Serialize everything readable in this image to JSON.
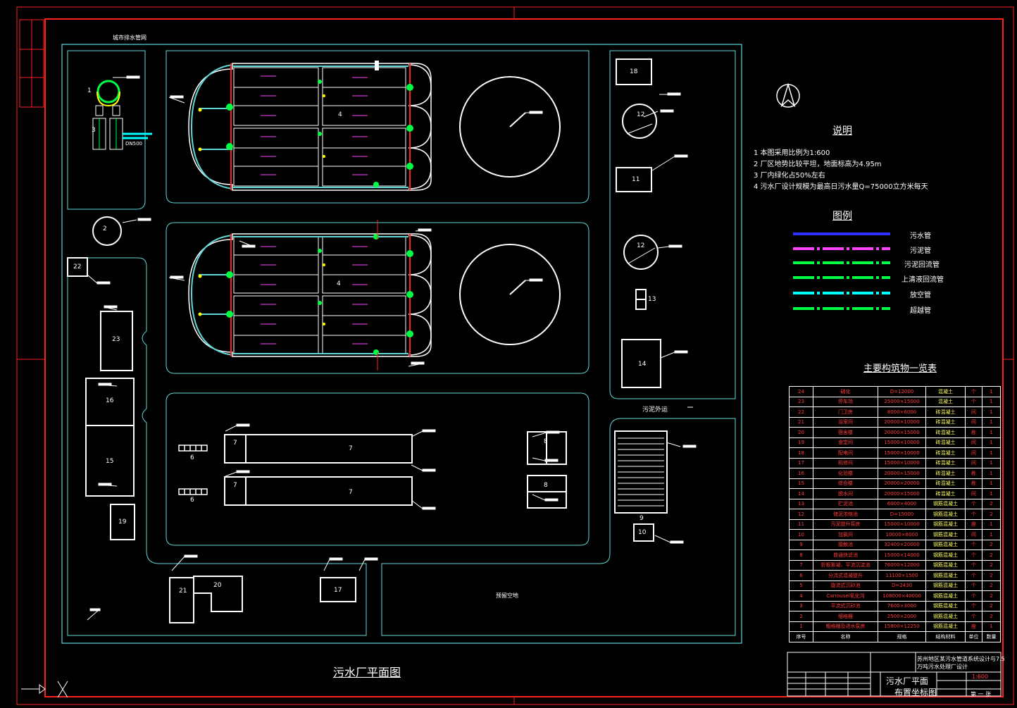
{
  "labels": {
    "city_sewer": "城市排水管网",
    "dn": "DN500",
    "green_space": "预留空地",
    "sludge_out": "污泥外运",
    "plan_title": "污水厂平面图"
  },
  "unit_numbers": [
    "1",
    "2",
    "3",
    "4",
    "4",
    "6",
    "6",
    "7",
    "7",
    "7",
    "7",
    "8",
    "8",
    "9",
    "10",
    "11",
    "12",
    "12",
    "13",
    "14",
    "15",
    "16",
    "17",
    "18",
    "19",
    "20",
    "21",
    "22",
    "23"
  ],
  "notes": {
    "title": "说明",
    "items": [
      "1 本图采用比例为1:600",
      "2 厂区地势比较平坦，地面标高为4.95m",
      "3 厂内绿化占50%左右",
      "4 污水厂设计规模为最高日污水量Q=75000立方米每天"
    ]
  },
  "legend": {
    "title": "图例",
    "items": [
      {
        "label": "污水管",
        "color": "#3030ff"
      },
      {
        "label": "污泥管",
        "color": "#ff44ff"
      },
      {
        "label": "污泥回流管",
        "color": "#00ff44"
      },
      {
        "label": "上清液回流管",
        "color": "#00ff44"
      },
      {
        "label": "放空管",
        "color": "#00ffff"
      },
      {
        "label": "超越管",
        "color": "#00ff44"
      }
    ]
  },
  "building_table": {
    "title": "主要构筑物一览表",
    "header": [
      "序号",
      "名称",
      "规格",
      "结构材料",
      "单位",
      "数量"
    ],
    "rows": [
      [
        "24",
        "硝化",
        "D=12000",
        "混凝土",
        "个",
        "1"
      ],
      [
        "23",
        "停车场",
        "25000×15000",
        "混凝土",
        "个",
        "1"
      ],
      [
        "22",
        "门卫房",
        "8000×6000",
        "砖混凝土",
        "间",
        "1"
      ],
      [
        "21",
        "浴室间",
        "20000×10000",
        "砖混凝土",
        "间",
        "1"
      ],
      [
        "20",
        "宿舍楼",
        "20000×15000",
        "砖混凝土",
        "栋",
        "1"
      ],
      [
        "19",
        "食堂间",
        "15000×10000",
        "砖混凝土",
        "间",
        "1"
      ],
      [
        "18",
        "配电间",
        "15000×10000",
        "砖混凝土",
        "间",
        "1"
      ],
      [
        "17",
        "机修间",
        "15000×10000",
        "砖混凝土",
        "间",
        "1"
      ],
      [
        "16",
        "化验楼",
        "20000×15000",
        "砖混凝土",
        "栋",
        "1"
      ],
      [
        "15",
        "综合楼",
        "20000×20000",
        "砖混凝土",
        "栋",
        "1"
      ],
      [
        "14",
        "脱水间",
        "20000×15000",
        "砖混凝土",
        "间",
        "1"
      ],
      [
        "13",
        "贮泥池",
        "6000×4000",
        "钢筋混凝土",
        "个",
        "2"
      ],
      [
        "12",
        "储泥浓缩池",
        "D=15000",
        "钢筋混凝土",
        "个",
        "2"
      ],
      [
        "11",
        "污泥提升泵房",
        "15000×10000",
        "钢筋混凝土",
        "座",
        "1"
      ],
      [
        "10",
        "加氯间",
        "10000×8000",
        "钢筋混凝土",
        "间",
        "1"
      ],
      [
        "9",
        "接触池",
        "32400×20000",
        "钢筋混凝土",
        "个",
        "2"
      ],
      [
        "8",
        "普通快滤池",
        "15000×14000",
        "钢筋混凝土",
        "个",
        "2"
      ],
      [
        "7",
        "折板絮凝、平流沉淀池",
        "76000×12000",
        "钢筋混凝土",
        "个",
        "2"
      ],
      [
        "6",
        "分流式混凝提升",
        "11100×1500",
        "钢筋混凝土",
        "个",
        "2"
      ],
      [
        "5",
        "旋流式沉砂池",
        "D=2430",
        "钢筋混凝土",
        "个",
        "2"
      ],
      [
        "4",
        "Carrousel氧化沟",
        "108000×40000",
        "钢筋混凝土",
        "个",
        "2"
      ],
      [
        "3",
        "平流式沉砂池",
        "7600×3000",
        "钢筋混凝土",
        "个",
        "2"
      ],
      [
        "2",
        "细格栅",
        "2500×2000",
        "钢筋混凝土",
        "个",
        "2"
      ],
      [
        "1",
        "粗格栅及进水泵房",
        "15800×12250",
        "钢筋混凝土",
        "座",
        "1"
      ]
    ]
  },
  "title_block": {
    "project_line1": "苏州地区某污水管道系统设计与7.5",
    "project_line2": "万吨污水处理厂设计",
    "drawing_name_1": "污水厂平面",
    "drawing_name_2": "布置坐标图",
    "scale": "1:600",
    "sheet": "第 一 张"
  },
  "colors": {
    "frame": "#ff2020",
    "road": "#5fd7d7",
    "structure": "#ffffff",
    "sewage": "#3030ff",
    "sludge": "#ff44ff",
    "return": "#00ff44",
    "drain": "#00ffff"
  }
}
